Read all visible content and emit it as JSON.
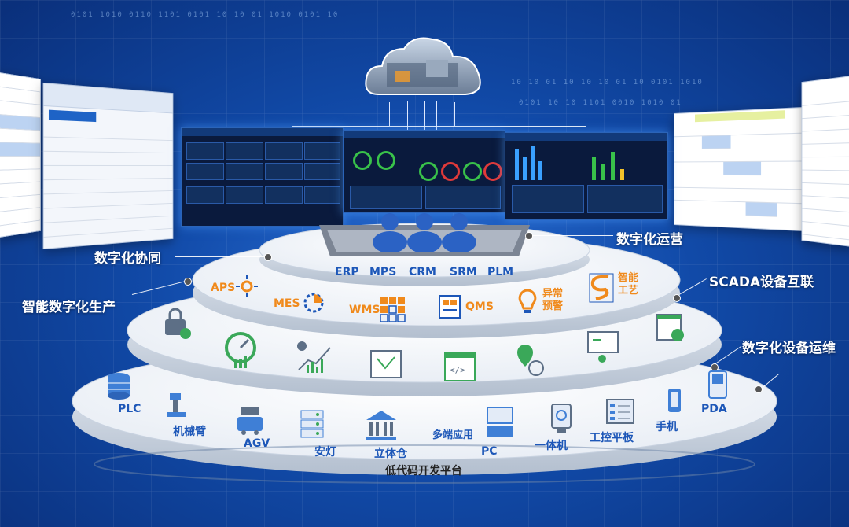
{
  "colors": {
    "accent_blue": "#1d57b8",
    "accent_orange": "#f08a1c",
    "background": "#114aa8"
  },
  "labels": {
    "digital_ops": "数字化运营",
    "digital_collab": "数字化协同",
    "smart_production": "智能数字化生产",
    "scada": "SCADA设备互联",
    "device_maintenance": "数字化设备运维"
  },
  "top_tier": {
    "systems": [
      "ERP",
      "MPS",
      "CRM",
      "SRM",
      "PLM"
    ]
  },
  "middle_tier": {
    "aps": "APS",
    "mes": "MES",
    "wms": "WMS",
    "qms": "QMS",
    "alert_line1": "异常",
    "alert_line2": "预警",
    "craft_line1": "智能",
    "craft_line2": "工艺"
  },
  "bottom_tier": {
    "plc": "PLC",
    "arm": "机械臂",
    "agv": "AGV",
    "andon": "安灯",
    "warehouse": "立体仓",
    "multi_app": "多端应用",
    "pc": "PC",
    "all_in_one": "一体机",
    "tablet": "工控平板",
    "phone": "手机",
    "pda": "PDA"
  },
  "base_label": "低代码开发平台",
  "icons": [
    "lock-shield-icon",
    "speed-gauge-icon",
    "trend-chart-icon",
    "blueprint-icon",
    "code-window-icon",
    "map-pin-icon",
    "presentation-board-icon",
    "calendar-checklist-icon"
  ]
}
